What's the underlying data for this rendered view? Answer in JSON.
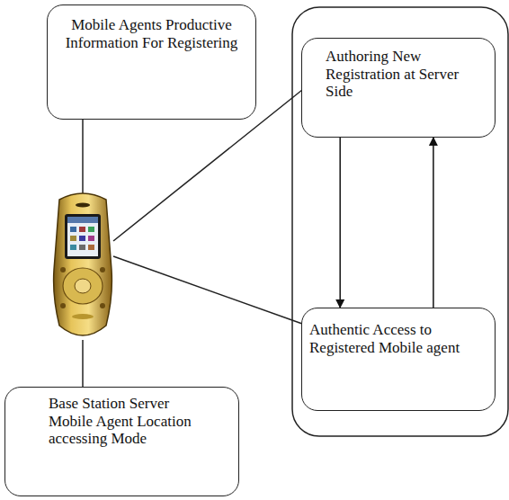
{
  "diagram": {
    "nodes": [
      {
        "text": [
          "Mobile Agents Productive Information For Registering"
        ]
      },
      {
        "text": [
          "Authoring New Registration at Server Side"
        ]
      },
      {
        "text": [
          "Authentic Access to Registered Mobile agent"
        ]
      },
      {
        "text": [
          "Base Station Server Mobile Agent Location accessing Mode"
        ]
      }
    ],
    "edges": [
      {
        "from": 1,
        "to": 2,
        "arrow": "to"
      },
      {
        "from": 2,
        "to": 1,
        "arrow": "to"
      }
    ]
  }
}
